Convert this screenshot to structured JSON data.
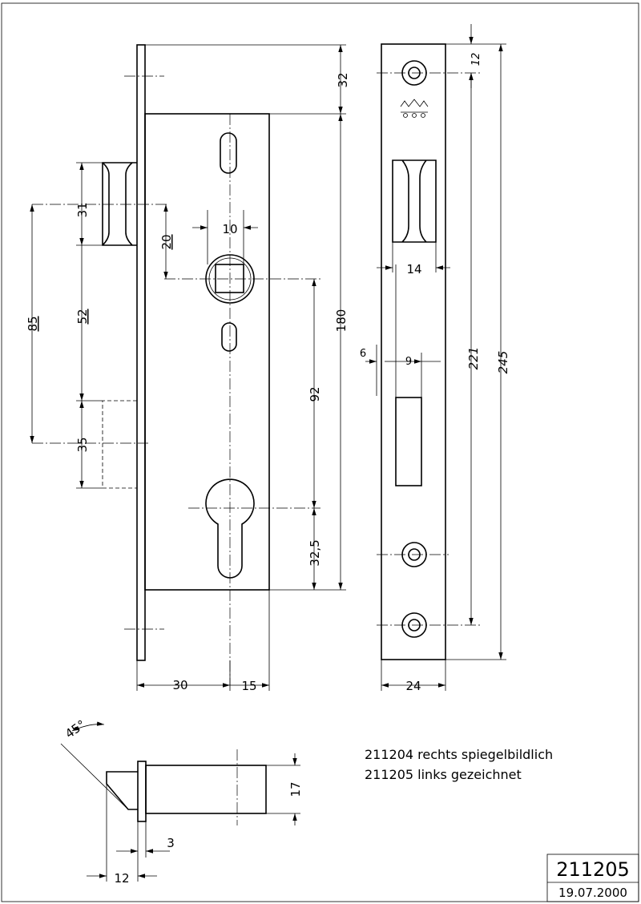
{
  "dimensions": {
    "front_top": "32",
    "front_height": "180",
    "bolt_height": "31",
    "bolt_offset": "20",
    "handle_width": "10",
    "spacing_85": "85",
    "spacing_52": "52",
    "latch_height": "35",
    "cylinder_distance": "92",
    "cylinder_offset": "32,5",
    "backset": "30",
    "half_width": "15",
    "plate_top": "12",
    "plate_width_14": "14",
    "plate_6": "6",
    "plate_9": "9",
    "plate_221": "221",
    "plate_245": "245",
    "plate_width": "24",
    "angle": "45°",
    "latch_17": "17",
    "latch_3": "3",
    "latch_12": "12"
  },
  "notes": {
    "line1": "211204 rechts spiegelbildlich",
    "line2": "211205 links gezeichnet"
  },
  "title_block": {
    "number": "211205",
    "date": "19.07.2000"
  }
}
